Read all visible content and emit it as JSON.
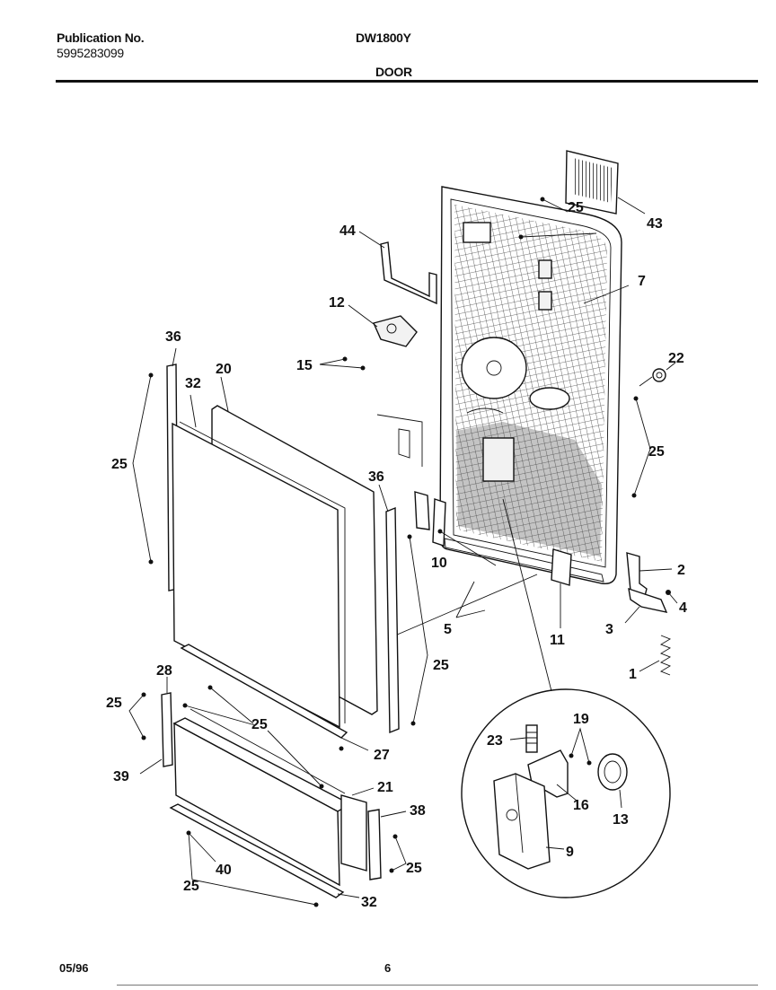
{
  "header": {
    "publication_label": "Publication No.",
    "publication_number": "5995283099",
    "model": "DW1800Y",
    "section": "DOOR"
  },
  "footer": {
    "date": "05/96",
    "page": "6"
  },
  "callouts": {
    "c43": "43",
    "c25_top": "25",
    "c44": "44",
    "c7": "7",
    "c12": "12",
    "c15": "15",
    "c22": "22",
    "c36_left": "36",
    "c20": "20",
    "c32_top": "32",
    "c25_left": "25",
    "c25_right": "25",
    "c36_mid": "36",
    "c10": "10",
    "c2": "2",
    "c4": "4",
    "c3": "3",
    "c5": "5",
    "c11": "11",
    "c25_mid": "25",
    "c1": "1",
    "c28": "28",
    "c25_lower_left": "25",
    "c25_center": "25",
    "c27": "27",
    "c39": "39",
    "c19": "19",
    "c23": "23",
    "c16": "16",
    "c13": "13",
    "c21": "21",
    "c38": "38",
    "c9": "9",
    "c40": "40",
    "c25_br": "25",
    "c25_bottom": "25",
    "c32_bottom": "32"
  }
}
